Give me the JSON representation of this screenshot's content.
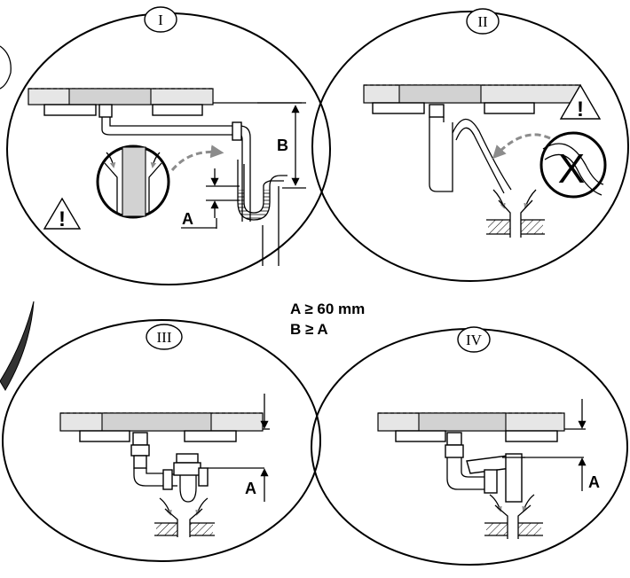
{
  "panels": {
    "p1": {
      "numeral": "I",
      "label_a": "A",
      "label_b": "B"
    },
    "p2": {
      "numeral": "II",
      "x_mark": "X"
    },
    "p3": {
      "numeral": "III",
      "label_a": "A"
    },
    "p4": {
      "numeral": "IV",
      "label_a": "A"
    }
  },
  "formula": {
    "line1": "A ≥ 60 mm",
    "line2": "B ≥ A"
  },
  "warning_mark": "!",
  "icons": [
    "warning-triangle-icon",
    "curved-arrow-icon",
    "water-flow-arrow-icon"
  ]
}
